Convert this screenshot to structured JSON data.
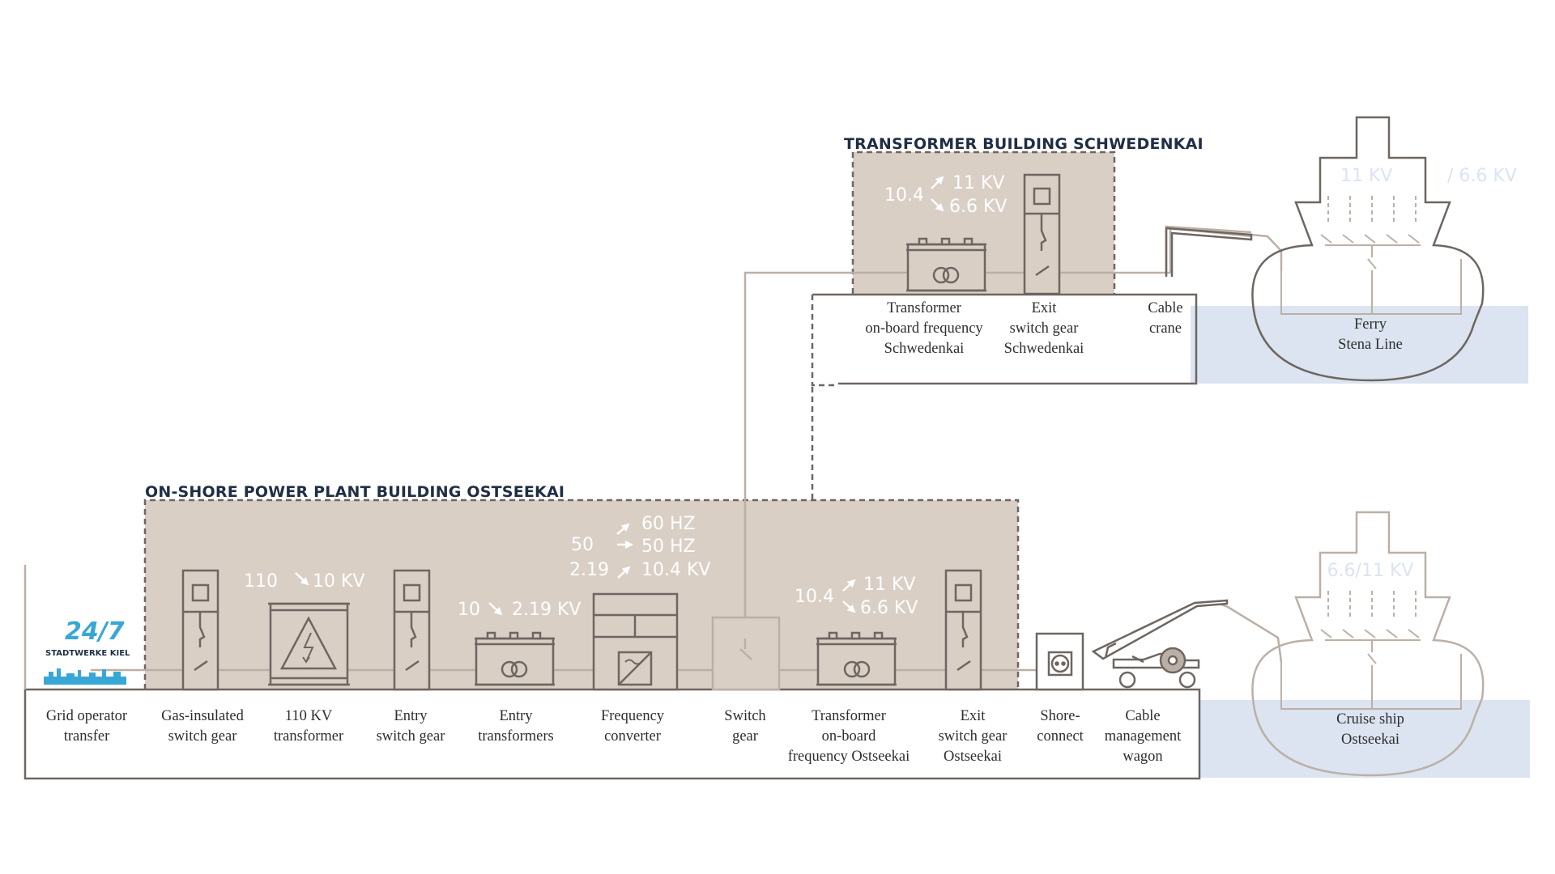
{
  "colors": {
    "building_fill": "#d9cfc5",
    "line": "#6e6661",
    "cable": "#bcb0a6",
    "water": "#dbe4f0",
    "heading": "#1f2e44",
    "label": "#2e2e2e",
    "voltage_text": "#ffffff",
    "ship_voltage_text": "#dbe4f0",
    "logo_blue": "#39a7d6"
  },
  "headings": {
    "schwedenkai": "TRANSFORMER BUILDING SCHWEDENKAI",
    "ostseekai": "ON-SHORE POWER PLANT BUILDING OSTSEEKAI"
  },
  "logo": {
    "number": "24/7",
    "name": "STADTWERKE KIEL",
    "icon": "city-skyline-icon"
  },
  "ostseekai_labels": [
    {
      "id": "grid",
      "lines": [
        "Grid operator",
        "transfer"
      ]
    },
    {
      "id": "gis",
      "lines": [
        "Gas-insulated",
        "switch gear"
      ]
    },
    {
      "id": "t110",
      "lines": [
        "110 KV",
        "transformer"
      ]
    },
    {
      "id": "entry-sg",
      "lines": [
        "Entry",
        "switch gear"
      ]
    },
    {
      "id": "entry-tr",
      "lines": [
        "Entry",
        "transformers"
      ]
    },
    {
      "id": "freq",
      "lines": [
        "Frequency",
        "converter"
      ]
    },
    {
      "id": "switch",
      "lines": [
        "Switch",
        "gear"
      ]
    },
    {
      "id": "tob-o",
      "lines": [
        "Transformer",
        "on-board",
        "frequency Ostseekai"
      ]
    },
    {
      "id": "exit-o",
      "lines": [
        "Exit",
        "switch gear",
        "Ostseekai"
      ]
    },
    {
      "id": "shore",
      "lines": [
        "Shore-",
        "connect"
      ]
    },
    {
      "id": "cmw",
      "lines": [
        "Cable",
        "management",
        "wagon"
      ]
    }
  ],
  "schwedenkai_labels": [
    {
      "id": "tob-s",
      "lines": [
        "Transformer",
        "on-board frequency",
        "Schwedenkai"
      ]
    },
    {
      "id": "exit-s",
      "lines": [
        "Exit",
        "switch gear",
        "Schwedenkai"
      ]
    },
    {
      "id": "crane",
      "lines": [
        "Cable",
        "crane"
      ]
    }
  ],
  "ostseekai_voltages": {
    "t110_from": "110",
    "t110_to": "10 KV",
    "entry_from": "10",
    "entry_to": "2.19 KV",
    "freq_in": "50",
    "freq_out1": "60 HZ",
    "freq_out2": "50 HZ",
    "freq_v_from": "2.19",
    "freq_v_to": "10.4 KV",
    "tob_from": "10.4",
    "tob_to1": "11 KV",
    "tob_to2": "6.6 KV"
  },
  "schwedenkai_voltages": {
    "from": "10.4",
    "to1": "11 KV",
    "to2": "6.6 KV"
  },
  "ships": {
    "ferry": {
      "lines": [
        "Ferry",
        "Stena Line"
      ],
      "volt_a": "11 KV",
      "volt_b": "/ 6.6 KV"
    },
    "cruise": {
      "lines": [
        "Cruise ship",
        "Ostseekai"
      ],
      "volt": "6.6/11 KV"
    }
  }
}
